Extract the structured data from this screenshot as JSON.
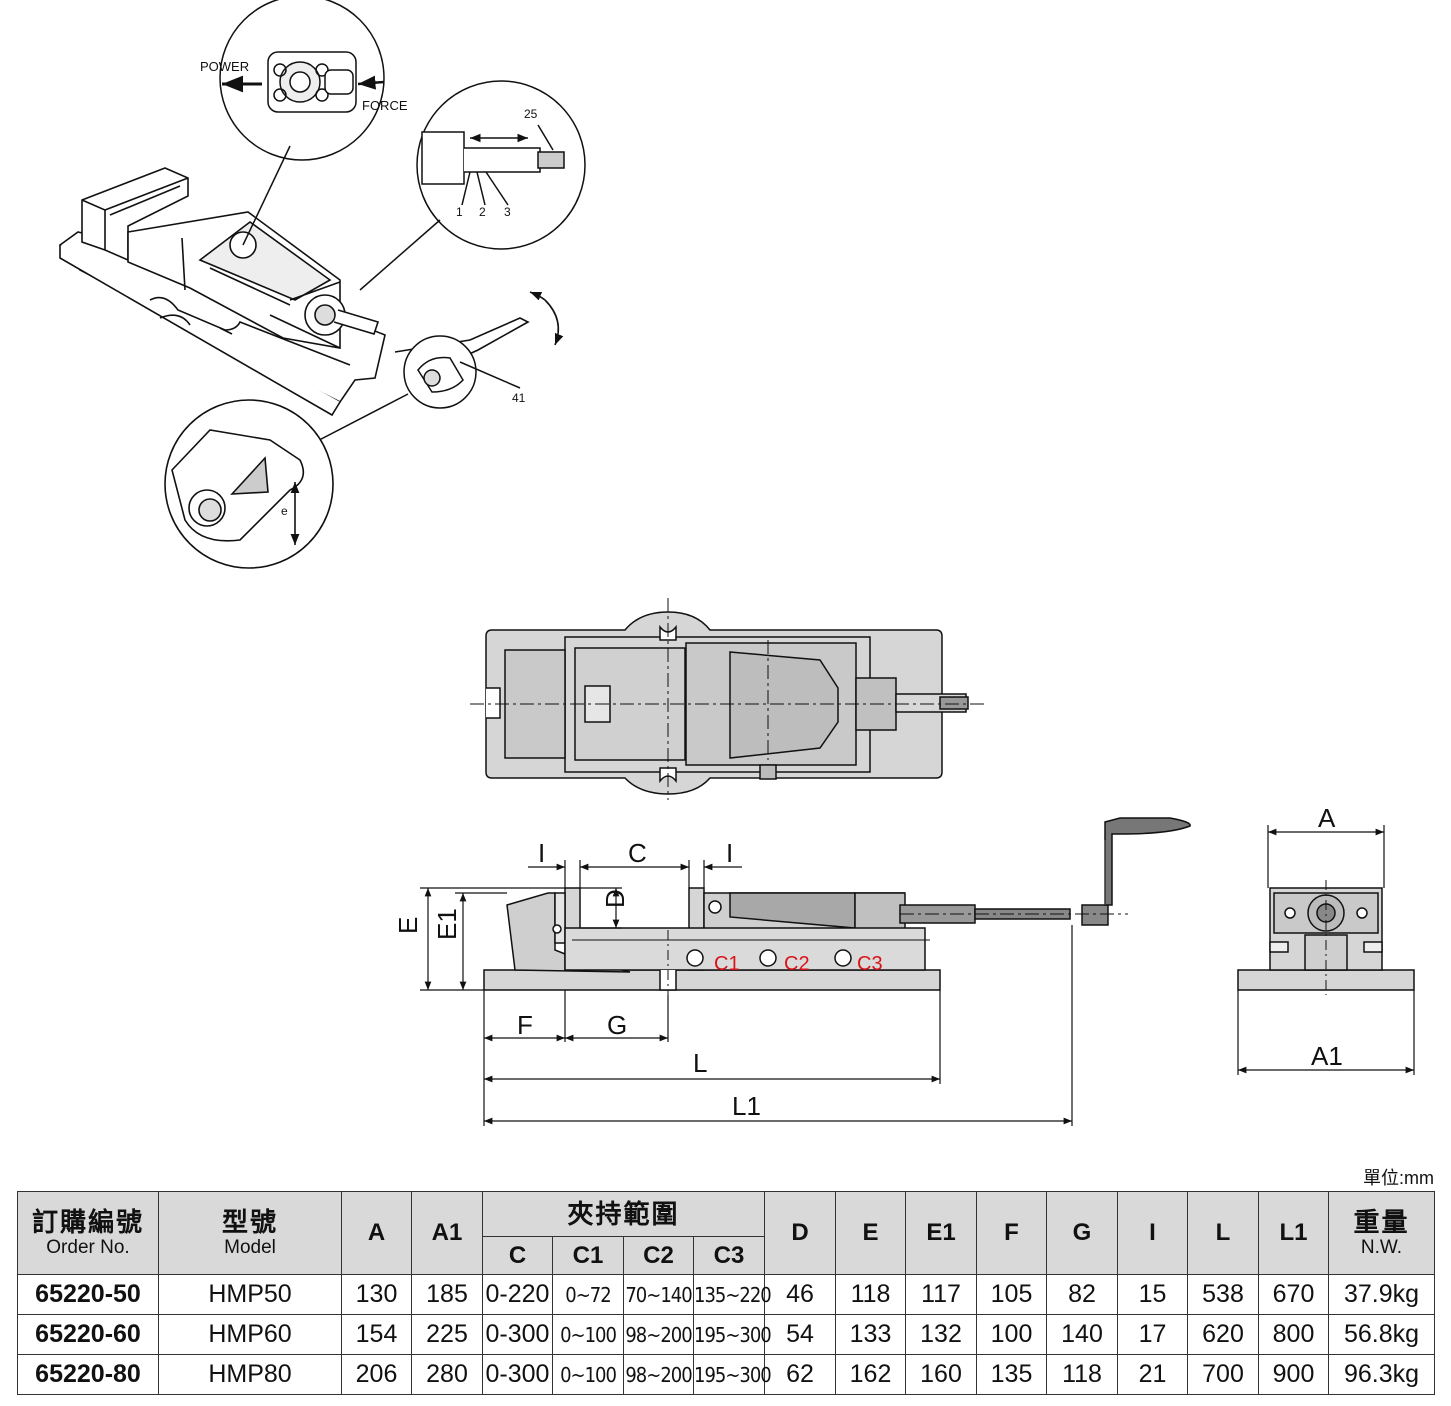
{
  "drawing_labels": {
    "power": "POWER",
    "force": "FORCE",
    "callout_25": "25",
    "callout_1": "1",
    "callout_2": "2",
    "callout_3": "3",
    "callout_41": "41",
    "callout_e": "e",
    "dim_A": "A",
    "dim_A1": "A1",
    "dim_C": "C",
    "dim_C1": "C1",
    "dim_C2": "C2",
    "dim_C3": "C3",
    "dim_D": "D",
    "dim_E": "E",
    "dim_E1": "E1",
    "dim_F": "F",
    "dim_G": "G",
    "dim_I": "I",
    "dim_L": "L",
    "dim_L1": "L1"
  },
  "unit_label": "單位:mm",
  "table": {
    "headers": {
      "order_zh": "訂購編號",
      "order_en": "Order No.",
      "model_zh": "型號",
      "model_en": "Model",
      "A": "A",
      "A1": "A1",
      "clamp_zh": "夾持範圍",
      "C": "C",
      "C1": "C1",
      "C2": "C2",
      "C3": "C3",
      "D": "D",
      "E": "E",
      "E1": "E1",
      "F": "F",
      "G": "G",
      "I": "I",
      "L": "L",
      "L1": "L1",
      "weight_zh": "重量",
      "weight_en": "N.W."
    },
    "rows": [
      {
        "order": "65220-50",
        "model": "HMP50",
        "A": "130",
        "A1": "185",
        "C": "0-220",
        "C1": "0~72",
        "C2": "70~140",
        "C3": "135~220",
        "D": "46",
        "E": "118",
        "E1": "117",
        "F": "105",
        "G": "82",
        "I": "15",
        "L": "538",
        "L1": "670",
        "nw": "37.9kg"
      },
      {
        "order": "65220-60",
        "model": "HMP60",
        "A": "154",
        "A1": "225",
        "C": "0-300",
        "C1": "0~100",
        "C2": "98~200",
        "C3": "195~300",
        "D": "54",
        "E": "133",
        "E1": "132",
        "F": "100",
        "G": "140",
        "I": "17",
        "L": "620",
        "L1": "800",
        "nw": "56.8kg"
      },
      {
        "order": "65220-80",
        "model": "HMP80",
        "A": "206",
        "A1": "280",
        "C": "0-300",
        "C1": "0~100",
        "C2": "98~200",
        "C3": "195~300",
        "D": "62",
        "E": "162",
        "E1": "160",
        "F": "135",
        "G": "118",
        "I": "21",
        "L": "700",
        "L1": "900",
        "nw": "96.3kg"
      }
    ]
  }
}
